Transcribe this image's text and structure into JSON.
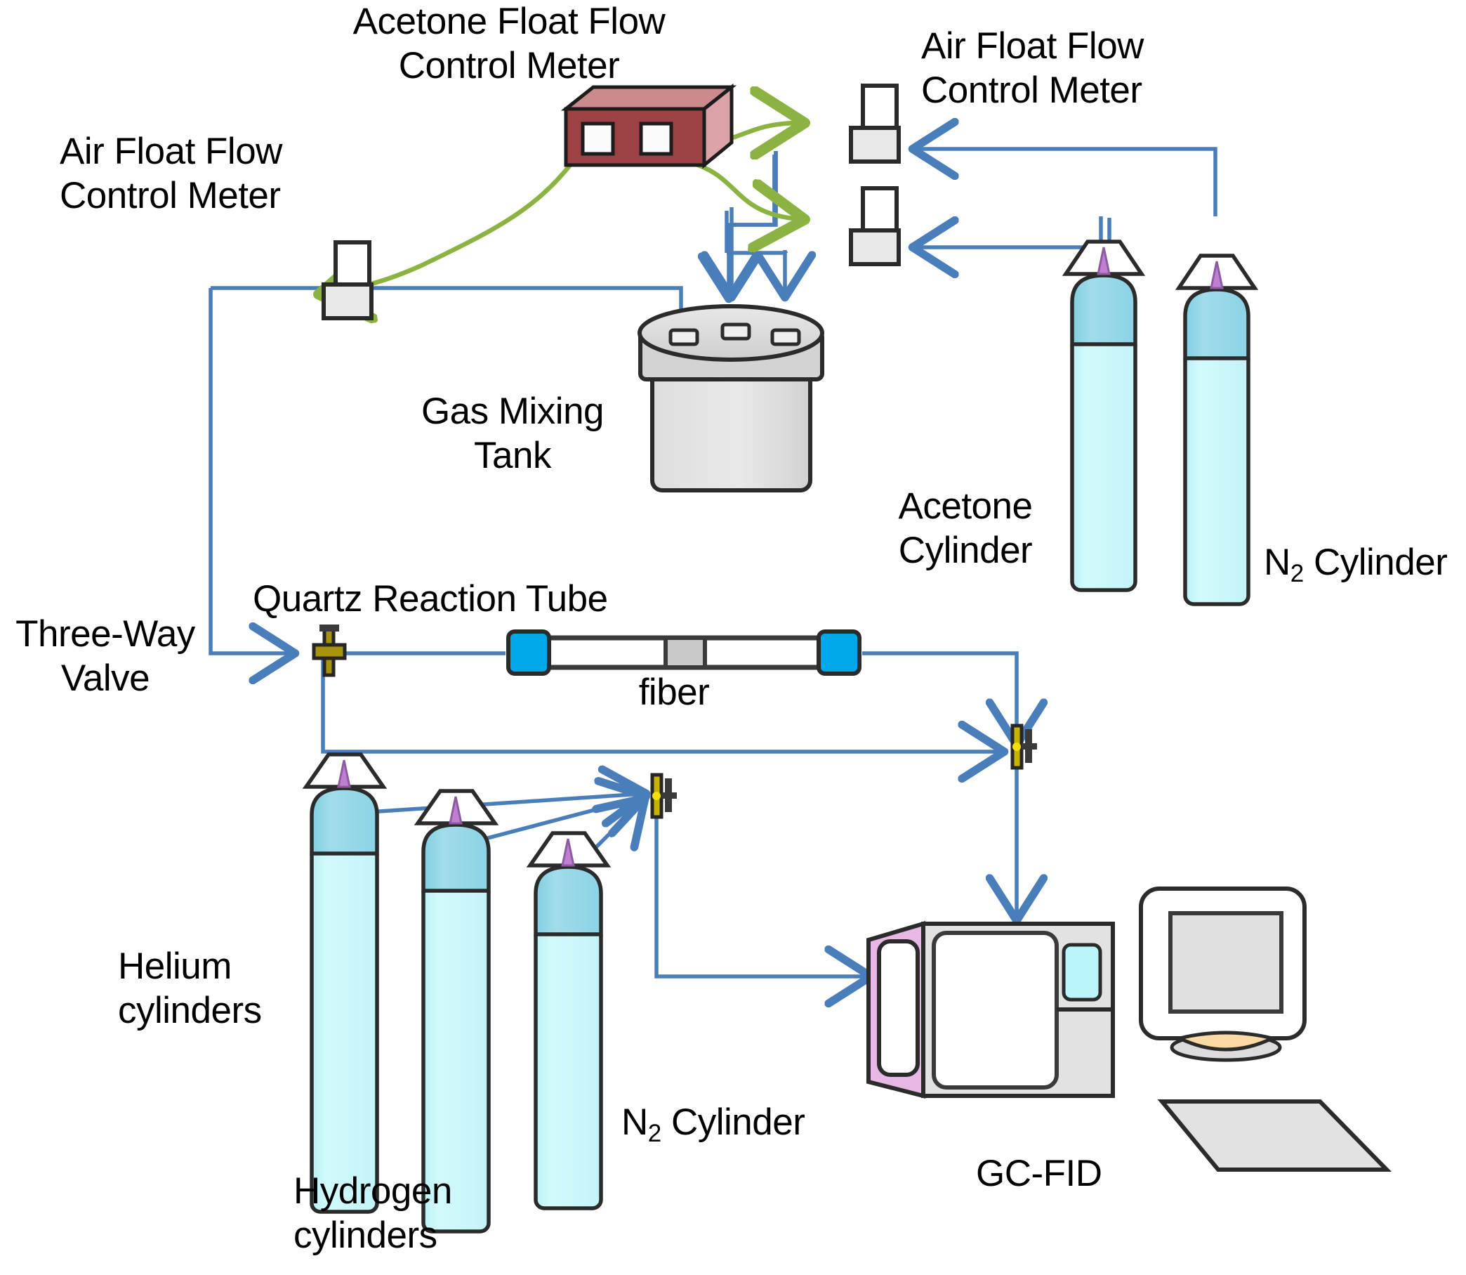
{
  "diagram": {
    "title": "Experimental setup: acetone gas delivery and GC-FID analysis",
    "colors": {
      "pipe_blue": "#4a7ebb",
      "tube_green": "#8cb342",
      "cylinder_body": "#c8f7f9",
      "cylinder_shoulder": "#8ed8e8",
      "valve_olive": "#a8930f",
      "meter_red_front": "#9e4145",
      "meter_red_top": "#cb8a8e",
      "gcfid_pink": "#e7b8e3",
      "gcfid_gray": "#e2e2e2",
      "tube_cap_blue": "#00a8e8",
      "monitor_stand": "#fbd9a5",
      "valve_knob_purple": "#c07fd4"
    },
    "labels": {
      "acetone_float_flow_control_meter": "Acetone Float Flow\nControl Meter",
      "air_float_flow_control_meter_top": "Air Float Flow\nControl Meter",
      "air_float_flow_control_meter_left": "Air Float Flow\nControl Meter",
      "gas_mixing_tank": "Gas Mixing\nTank",
      "acetone_cylinder": "Acetone\nCylinder",
      "n2_cylinder_right": "N2 Cylinder",
      "n2_cylinder_right_parts": {
        "pre": "N",
        "sub": "2",
        "post": " Cylinder"
      },
      "three_way_valve": "Three-Way\nValve",
      "quartz_reaction_tube": "Quartz Reaction Tube",
      "fiber": "fiber",
      "helium_cylinders": "Helium\ncylinders",
      "hydrogen_cylinders": "Hydrogen\ncylinders",
      "n2_cylinder_bottom": "N2 Cylinder",
      "n2_cylinder_bottom_parts": {
        "pre": "N",
        "sub": "2",
        "post": " Cylinder"
      },
      "gc_fid": "GC-FID"
    },
    "components": [
      {
        "name": "acetone-float-flow-control-meter",
        "type": "meter-box"
      },
      {
        "name": "air-float-flow-control-meter-top",
        "type": "float-flow-meter"
      },
      {
        "name": "air-float-flow-control-meter-mid",
        "type": "float-flow-meter"
      },
      {
        "name": "air-float-flow-control-meter-left",
        "type": "float-flow-meter"
      },
      {
        "name": "gas-mixing-tank",
        "type": "tank"
      },
      {
        "name": "acetone-cylinder",
        "type": "gas-cylinder"
      },
      {
        "name": "n2-cylinder-right",
        "type": "gas-cylinder"
      },
      {
        "name": "quartz-reaction-tube",
        "type": "tube"
      },
      {
        "name": "three-way-valve",
        "type": "valve"
      },
      {
        "name": "junction-valve-right",
        "type": "valve"
      },
      {
        "name": "junction-valve-bottom",
        "type": "valve"
      },
      {
        "name": "helium-cylinder",
        "type": "gas-cylinder"
      },
      {
        "name": "hydrogen-cylinder-1",
        "type": "gas-cylinder"
      },
      {
        "name": "hydrogen-cylinder-2",
        "type": "gas-cylinder"
      },
      {
        "name": "gc-fid",
        "type": "instrument"
      },
      {
        "name": "computer-monitor",
        "type": "computer"
      },
      {
        "name": "keyboard",
        "type": "computer"
      }
    ]
  }
}
